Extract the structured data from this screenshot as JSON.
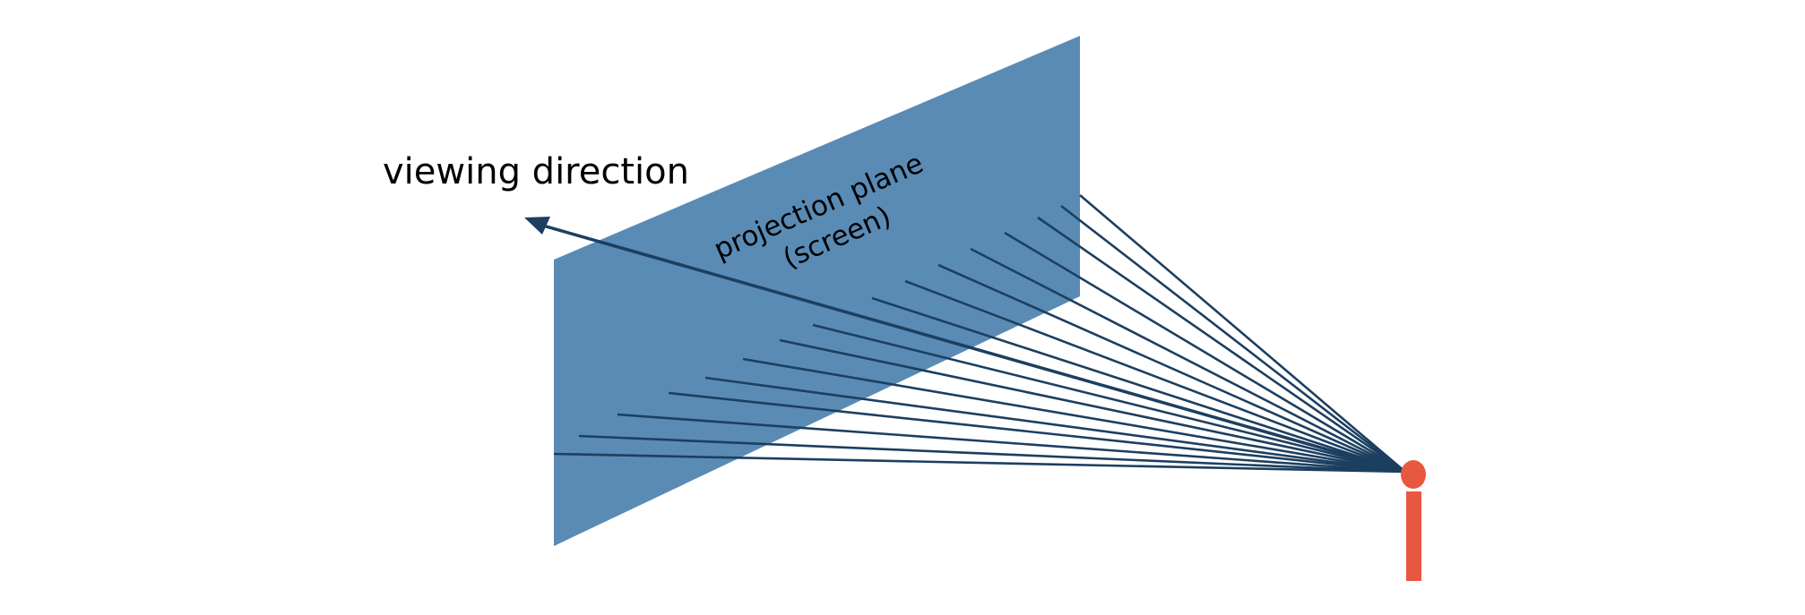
{
  "labels": {
    "viewing_direction": "viewing direction",
    "plane_line1": "projection plane",
    "plane_line2": "(screen)"
  },
  "colors": {
    "plane": "#5a8bb5",
    "ray": "#1c3f60",
    "arrow": "#1c3f60",
    "viewer": "#e8573f",
    "text": "#000000"
  },
  "icons": {
    "viewer": "person-figure-icon",
    "direction": "arrow-icon"
  }
}
